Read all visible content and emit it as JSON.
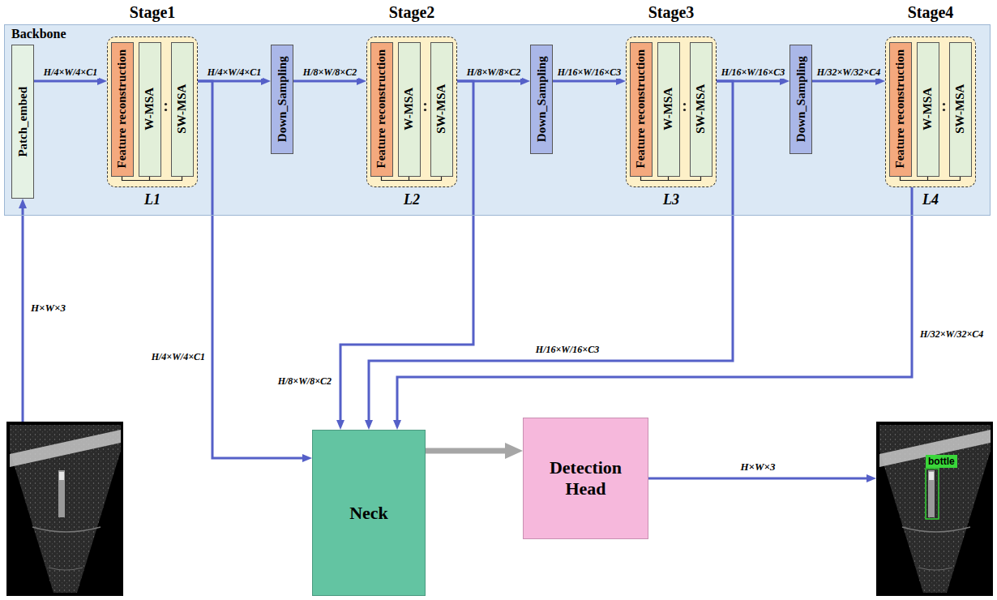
{
  "diagram": {
    "nodes": [
      {
        "text": [
          "Backbone"
        ]
      },
      {
        "text": [
          "Patch_embed"
        ],
        "in": 0
      },
      {
        "text": [
          "L1"
        ],
        "in": 0
      },
      {
        "text": [
          "Feature reconstruction"
        ],
        "in": 2
      },
      {
        "text": [
          "W-MSA"
        ],
        "in": 2
      },
      {
        "text": [
          "SW-MSA"
        ],
        "in": 2
      },
      {
        "text": [
          "Down_Sampling"
        ],
        "in": 0
      },
      {
        "text": [
          "L2"
        ],
        "in": 0
      },
      {
        "text": [
          "Feature reconstruction"
        ],
        "in": 7
      },
      {
        "text": [
          "W-MSA"
        ],
        "in": 7
      },
      {
        "text": [
          "SW-MSA"
        ],
        "in": 7
      },
      {
        "text": [
          "Down_Sampling"
        ],
        "in": 0
      },
      {
        "text": [
          "L3"
        ],
        "in": 0
      },
      {
        "text": [
          "Feature reconstruction"
        ],
        "in": 12
      },
      {
        "text": [
          "W-MSA"
        ],
        "in": 12
      },
      {
        "text": [
          "SW-MSA"
        ],
        "in": 12
      },
      {
        "text": [
          "Down_Sampling"
        ],
        "in": 0
      },
      {
        "text": [
          "L4"
        ],
        "in": 0
      },
      {
        "text": [
          "Feature reconstruction"
        ],
        "in": 17
      },
      {
        "text": [
          "W-MSA"
        ],
        "in": 17
      },
      {
        "text": [
          "SW-MSA"
        ],
        "in": 17
      },
      {
        "text": [
          "Neck"
        ]
      },
      {
        "text": [
          "Detection Head"
        ]
      }
    ],
    "edges": [
      {
        "from": 1,
        "to": 2,
        "arrow": "to",
        "label": "H/4×W/4×C1"
      },
      {
        "from": 2,
        "to": 6,
        "arrow": "to",
        "label": "H/4×W/4×C1"
      },
      {
        "from": 2,
        "to": 21,
        "arrow": "to",
        "label": "H/4×W/4×C1"
      },
      {
        "from": 6,
        "to": 7,
        "arrow": "to",
        "label": "H/8×W/8×C2"
      },
      {
        "from": 7,
        "to": 11,
        "arrow": "to",
        "label": "H/8×W/8×C2"
      },
      {
        "from": 7,
        "to": 21,
        "arrow": "to",
        "label": "H/8×W/8×C2"
      },
      {
        "from": 11,
        "to": 12,
        "arrow": "to",
        "label": "H/16×W/16×C3"
      },
      {
        "from": 12,
        "to": 16,
        "arrow": "to",
        "label": "H/16×W/16×C3"
      },
      {
        "from": 12,
        "to": 21,
        "arrow": "to",
        "label": "H/16×W/16×C3"
      },
      {
        "from": 16,
        "to": 17,
        "arrow": "to",
        "label": "H/32×W/32×C4"
      },
      {
        "from": 17,
        "to": 21,
        "arrow": "to",
        "label": "H/32×W/32×C4"
      },
      {
        "from": 21,
        "to": 22,
        "arrow": "to"
      }
    ],
    "labels": [
      "Stage1",
      "Stage2",
      "Stage3",
      "Stage4",
      "H×W×3",
      "H×W×3",
      "bottle"
    ]
  }
}
